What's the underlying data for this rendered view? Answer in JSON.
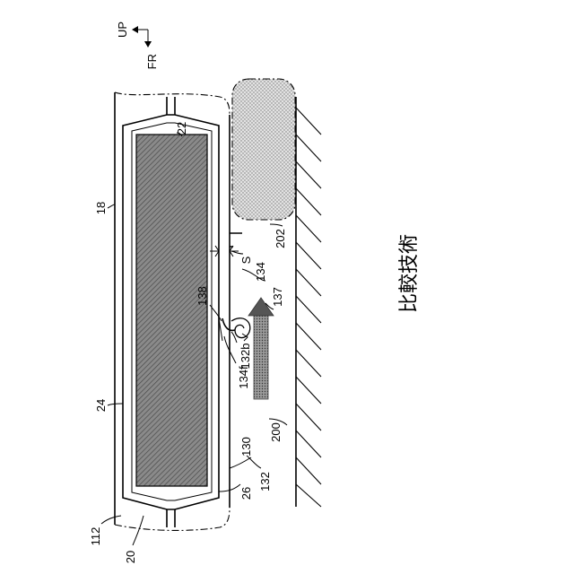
{
  "title": "比較技術",
  "orientation": {
    "up": "UP",
    "fr": "FR"
  },
  "labels": {
    "l_22": "22",
    "l_18": "18",
    "l_24": "24",
    "l_112": "112",
    "l_20": "20",
    "l_26": "26",
    "l_130": "130",
    "l_132": "132",
    "l_S": "S",
    "l_134": "134",
    "l_137": "137",
    "l_138": "138",
    "l_132b": "132b",
    "l_134f": "134f",
    "l_202": "202",
    "l_200": "200"
  }
}
